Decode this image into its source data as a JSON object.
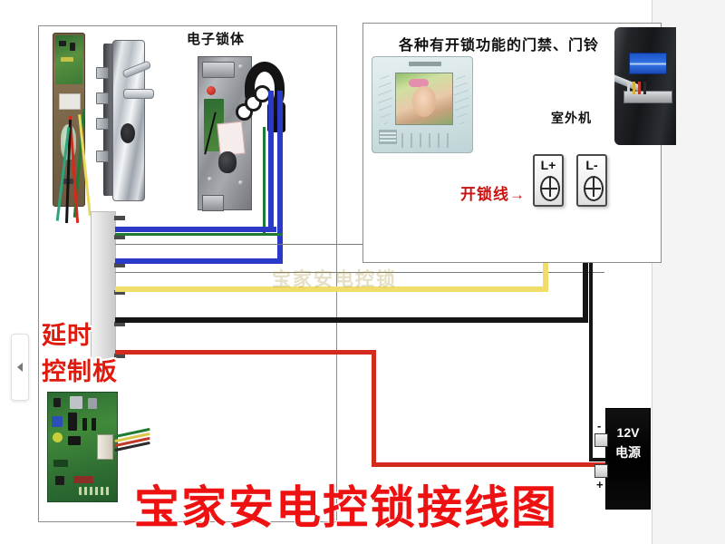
{
  "page": {
    "title": "宝家安电控锁接线图",
    "watermark": "宝家安电控锁"
  },
  "panels": {
    "lock_panel": {
      "heading": "电子锁体"
    },
    "access_panel": {
      "heading": "各种有开锁功能的门禁、门铃"
    }
  },
  "labels": {
    "outdoor_unit": "室外机",
    "unlock_wire": "开锁线→",
    "delay_board_line1": "延时",
    "delay_board_line2": "控制板"
  },
  "terminals": {
    "l_plus": "L+",
    "l_minus": "L-"
  },
  "power_supply": {
    "voltage": "12V",
    "label": "电源",
    "negative": "-",
    "positive": "+"
  },
  "devices": {
    "card_reader": "card-reader-module",
    "lock_faceplate": "chrome-lock-faceplate",
    "lock_mortise": "lock-mortise-body",
    "armored_conduit": "armored-cable-conduit",
    "video_monitor": "video-doorphone-monitor",
    "outdoor_station": "outdoor-door-station",
    "delay_pcb": "delay-control-pcb"
  },
  "wires": [
    {
      "name": "lock-green-wire",
      "color": "#1f7a32"
    },
    {
      "name": "lock-blue-wire",
      "color": "#2b39c8"
    },
    {
      "name": "unlock-yellow-wire",
      "color": "#f0dd6a"
    },
    {
      "name": "ground-black-wire",
      "color": "#151515"
    },
    {
      "name": "power-red-wire",
      "color": "#d32a1d"
    }
  ],
  "controls": {
    "prev_arrow": "‹"
  }
}
